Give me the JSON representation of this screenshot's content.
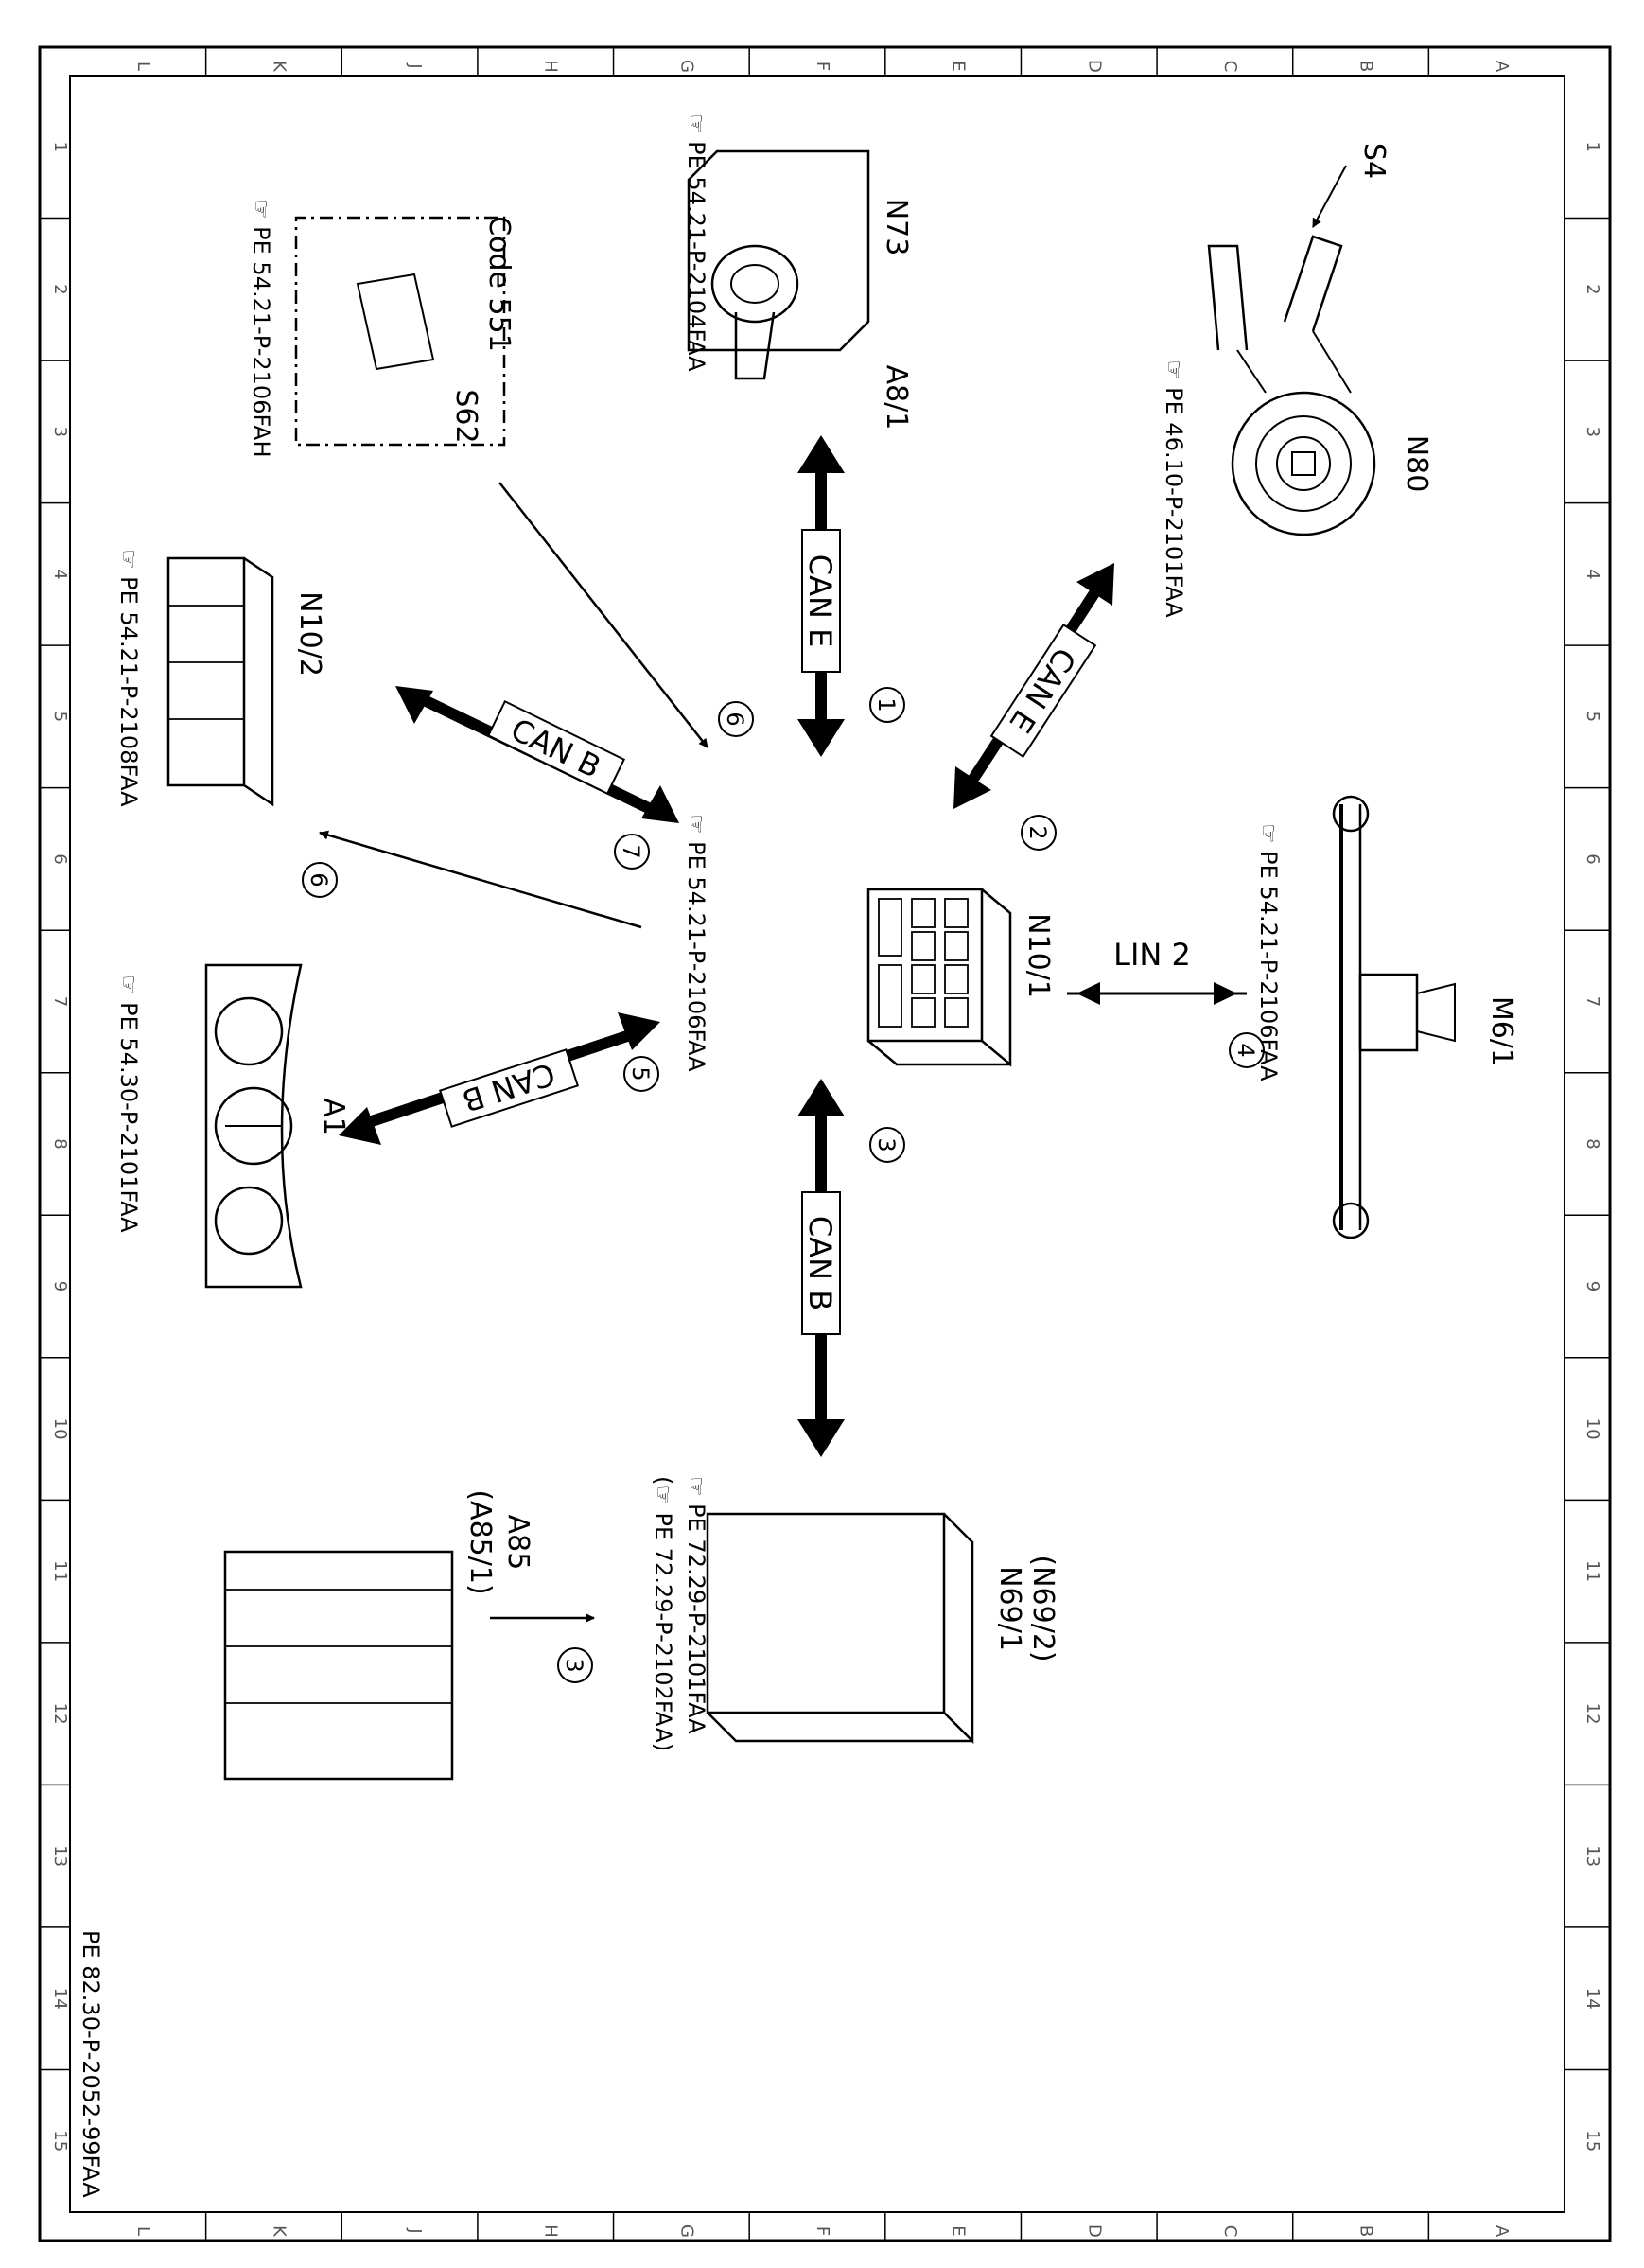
{
  "grid": {
    "letters": [
      "L",
      "K",
      "J",
      "H",
      "G",
      "F",
      "E",
      "D",
      "C",
      "B",
      "A"
    ],
    "numbers": [
      "1",
      "2",
      "3",
      "4",
      "5",
      "6",
      "7",
      "8",
      "9",
      "10",
      "11",
      "12",
      "13",
      "14",
      "15"
    ]
  },
  "components": {
    "s4": {
      "label": "S4"
    },
    "n80": {
      "label": "N80",
      "ref": "PE 46.10-P-2101FAA"
    },
    "n73": {
      "label": "N73",
      "sub": "A8/1",
      "ref": "PE 54.21-P-2104FAA"
    },
    "s62": {
      "label": "S62",
      "code": "Code 551",
      "ref": "PE 54.21-P-2106FAH"
    },
    "n10_2": {
      "label": "N10/2",
      "ref": "PE 54.21-P-2108FAA"
    },
    "n10_1": {
      "label": "N10/1",
      "ref": "PE 54.21-P-2106FAA"
    },
    "m6_1": {
      "label": "M6/1",
      "ref": "PE 54.21-P-2106FAA"
    },
    "a1": {
      "label": "A1",
      "ref": "PE 54.30-P-2101FAA"
    },
    "n69_1": {
      "label": "N69/1",
      "sub": "(N69/2)",
      "ref1": "PE 72.29-P-2101FAA",
      "ref2": "(☞ PE 72.29-P-2102FAA)"
    },
    "a85": {
      "label": "A85",
      "sub": "(A85/1)"
    }
  },
  "connections": {
    "can_e_1": {
      "bus": "CAN E",
      "num": "1"
    },
    "can_e_2": {
      "bus": "CAN E",
      "num": "2"
    },
    "can_b_3": {
      "bus": "CAN B",
      "num": "3"
    },
    "lin_4": {
      "bus": "LIN 2",
      "num": "4"
    },
    "can_b_5": {
      "bus": "CAN B",
      "num": "5"
    },
    "sig_6a": {
      "num": "6"
    },
    "can_b_7": {
      "bus": "CAN B",
      "num": "7"
    },
    "sig_6b": {
      "num": "6"
    },
    "a85_3": {
      "num": "3"
    }
  },
  "doc_id": "PE 82.30-P-2052-99FAA",
  "ref_icon": "☞"
}
